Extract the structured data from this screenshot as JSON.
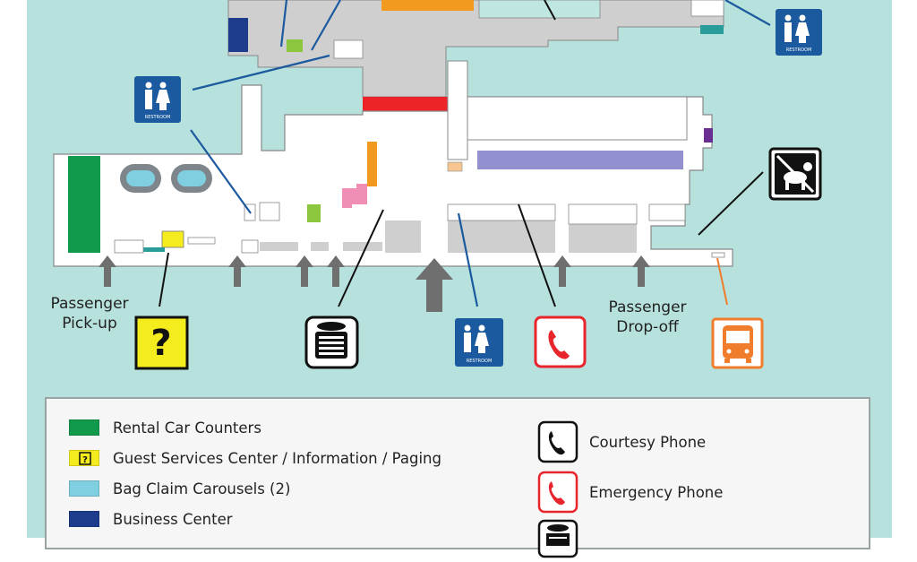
{
  "map": {
    "labels": {
      "pickup": [
        "Passenger",
        "Pick-up"
      ],
      "dropoff": [
        "Passenger",
        "Drop-off"
      ],
      "restroom": "RESTROOM"
    },
    "colors": {
      "background": "#b7e1dc",
      "building": "#cfcfcf",
      "interior": "#ffffff",
      "rental_car": "#129a4c",
      "guest_services": "#f4ec1c",
      "carousel": "#7fcfe0",
      "business_center": "#1e3c8c",
      "restroom_blue": "#1b5a9e",
      "emergency_red": "#e8252c",
      "bus_orange": "#ef7d2c",
      "security_red": "#ee2229",
      "gate_orange": "#f29a1f",
      "purple_bar": "#9290cf",
      "green_small": "#8cc63f",
      "pink": "#ef8db5",
      "teal": "#2a9d9a"
    },
    "icons": [
      "restroom-icon",
      "no-dogs-icon",
      "question-icon",
      "tty-phone-icon",
      "emergency-phone-icon",
      "bus-icon",
      "arrow-up-icon"
    ]
  },
  "legend": {
    "left": [
      {
        "label": "Rental Car Counters",
        "color": "#129a4c",
        "icon": "swatch"
      },
      {
        "label": "Guest Services Center / Information / Paging",
        "color": "#f4ec1c",
        "icon": "question-swatch"
      },
      {
        "label": "Bag Claim Carousels (2)",
        "color": "#7fcfe0",
        "icon": "swatch"
      },
      {
        "label": "Business Center",
        "color": "#1e3c8c",
        "icon": "swatch"
      }
    ],
    "right": [
      {
        "label": "Courtesy Phone",
        "icon": "courtesy-phone-icon"
      },
      {
        "label": "Emergency Phone",
        "icon": "emergency-phone-icon"
      }
    ]
  }
}
